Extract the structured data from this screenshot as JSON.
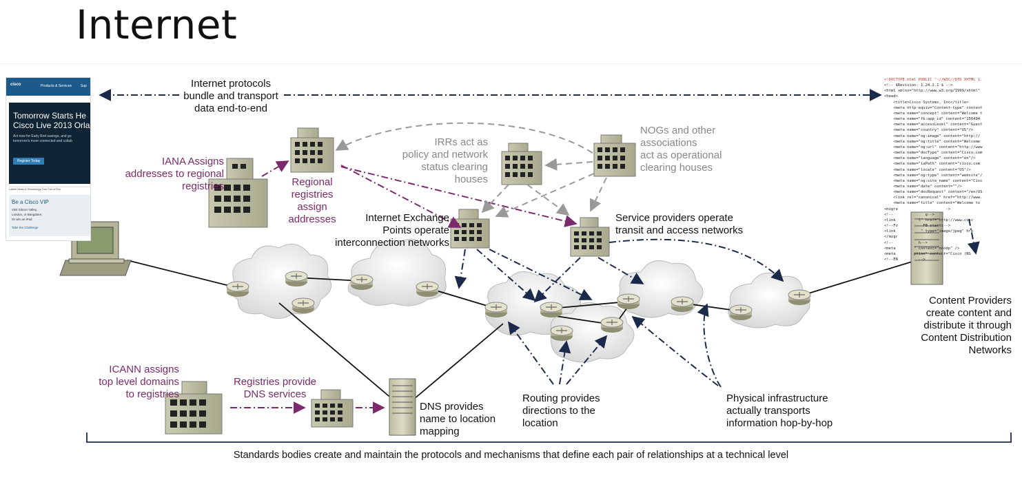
{
  "title": "Internet",
  "labels": {
    "protocols": [
      "Internet protocols",
      "bundle and transport",
      "data end-to-end"
    ],
    "iana": [
      "IANA Assigns",
      "addresses to regional",
      "registries"
    ],
    "regional": [
      "Regional",
      "registries",
      "assign",
      "addresses"
    ],
    "irrs": [
      "IRRs act as",
      "policy and network",
      "status clearing",
      "houses"
    ],
    "nogs": [
      "NOGs and other",
      "associations",
      "act as operational",
      "clearing houses"
    ],
    "ixp": [
      "Internet Exchange",
      "Points operate",
      "interconnection networks"
    ],
    "sp": [
      "Service providers operate",
      "transit and access networks"
    ],
    "content": [
      "Content Providers",
      "create content and",
      "distribute it through",
      "Content Distribution",
      "Networks"
    ],
    "icann": [
      "ICANN assigns",
      "top level domains",
      "to registries"
    ],
    "registries_dns": [
      "Registries provide",
      "DNS services"
    ],
    "dns": [
      "DNS provides",
      "name to location",
      "mapping"
    ],
    "routing": [
      "Routing provides",
      "directions to the",
      "location"
    ],
    "physical": [
      "Physical infrastructure",
      "actually transports",
      "information hop-by-hop"
    ]
  },
  "footer": "Standards bodies create and maintain the protocols and mechanisms that define each pair of relationships at a technical level",
  "website": {
    "logo": "cisco",
    "nav1": "Products & Services",
    "nav2": "Sup",
    "hero_line1": "Tomorrow Starts He",
    "hero_line2": "Cisco Live 2013 Orla",
    "hero_p1": "Act now for Early Bird savings, and go",
    "hero_p2": "tomorrow's more connected and collab",
    "hero_button": "Register Today",
    "news": "Latest News   A Technology Tour Full of Exc",
    "vip_title": "Be a Cisco VIP",
    "vip_l1": "Visit Silicon Valley,",
    "vip_l2": "London, or Bangalore.",
    "vip_l3": "Or win an iPad",
    "vip_link": "Take the Challenge"
  },
  "code_lines": [
    "<!DOCTYPE html PUBLIC \"-//W3C//DTD XHTML 1.",
    "<!-- $Revision: 1.24.2.1 $ -->",
    "<html xmlns=\"http://www.w3.org/1999/xhtml\"",
    "<head>",
    "    <title>Cisco Systems, Inc</title>",
    "",
    "    <meta http-equiv=\"Content-type\" content",
    "    <meta name=\"concept\" content=\"Welcome t",
    "    <meta name=\"fb:app_id\" content=\"156494",
    "    <meta name=\"accessLevel\" content=\"Guest",
    "    <meta name=\"country\" content=\"US\"/>",
    "    <meta name=\"og:image\" content=\"http://",
    "    <meta name=\"og:title\" content=\"Welcome",
    "    <meta name=\"og:url\" content=\"http://www",
    "    <meta name=\"docType\" content=\"Cisco.com",
    "    <meta name=\"language\" content=\"en\"/>",
    "    <meta name=\"iaPath\" content=\"cisco.com",
    "    <meta name=\"locale\" content=\"US\"/>",
    "    <meta name=\"og:type\" content=\"website\"/",
    "    <meta name=\"og:site_name\" content=\"Cisc",
    "    <meta name=\"date\" content=\"\"/>",
    "    <meta name=\"docRequest\" content=\"/en/US",
    "    <link rel=\"canonical\" href=\"http://www.",
    "    <meta name=\"title\" content=\"Welcome to",
    "",
    "",
    "<migra                     ->",
    "<!--              g-->",
    "<link          l\" href=\"http://www.cisc",
    "",
    "<!--Fo           FB starts-->",
    "<link           \" type=\"image/jpeg\" hre",
    "</migr",
    "",
    "<!--           h-->",
    "<meta        \" content=\"noodp\" />",
    "<meta        ption\" content=\"Cisco (NS",
    "<!--EN         -->"
  ]
}
